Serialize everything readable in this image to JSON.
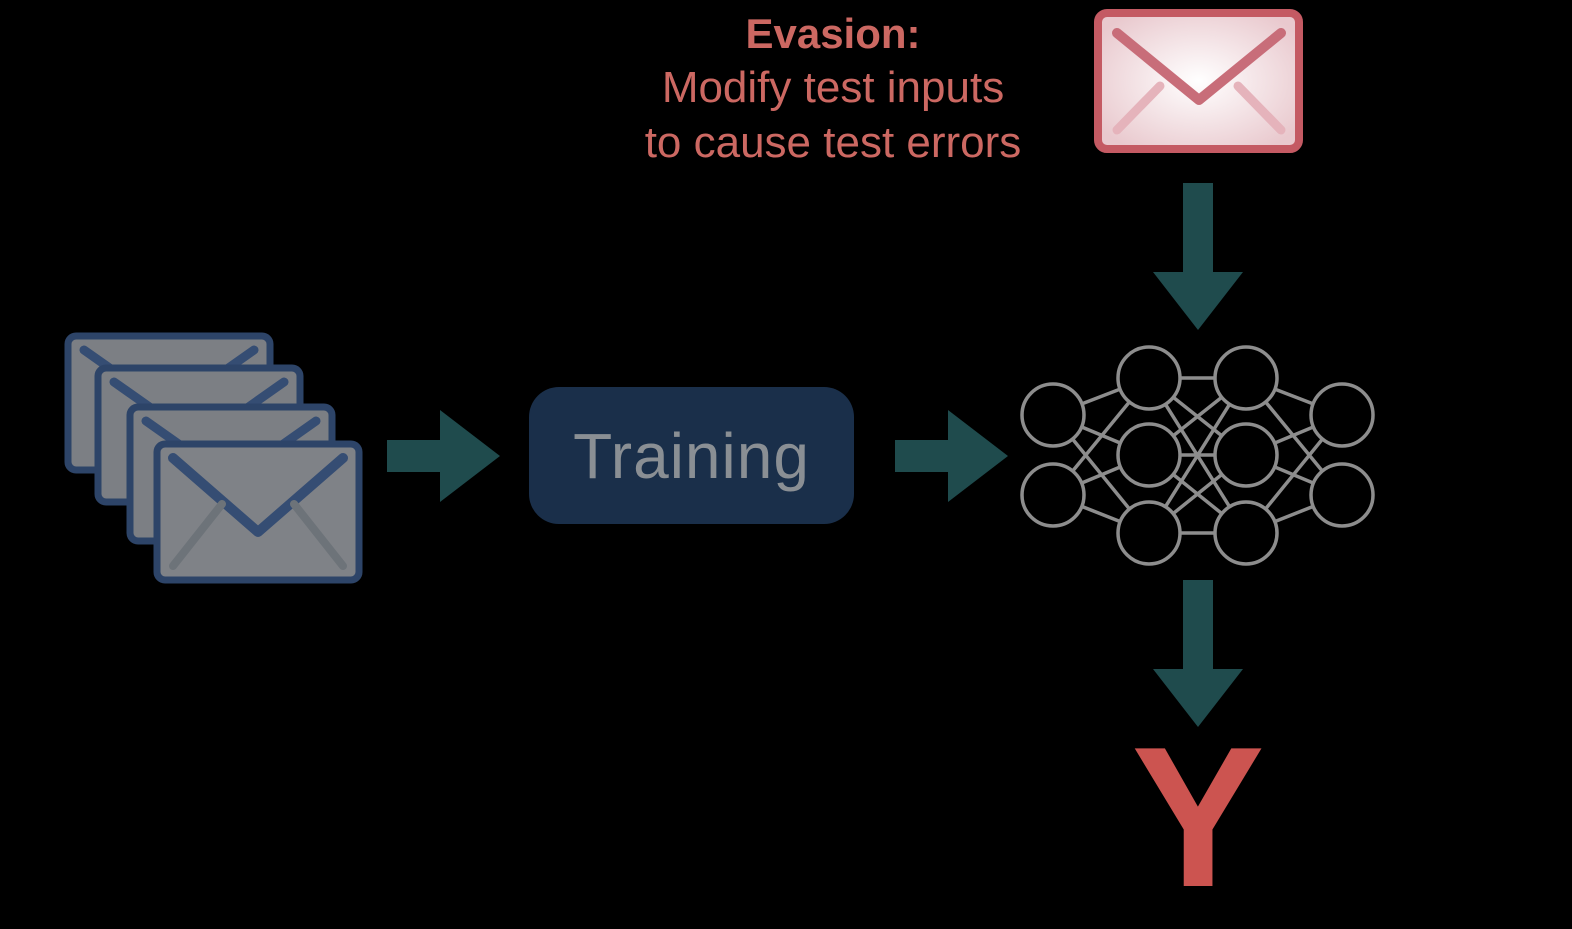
{
  "caption": {
    "title": "Evasion:",
    "line1": "Modify test inputs",
    "line2": "to cause test errors"
  },
  "training": {
    "label": "Training"
  },
  "output": {
    "label": "Y"
  },
  "colors": {
    "background": "#000000",
    "caption": "#cc6862",
    "arrow": "#1f4b4d",
    "training_box": "#1a2f4a",
    "training_text": "#8a8f94",
    "envelope_fill": "#7c7f84",
    "envelope_border": "#2d4468",
    "envelope_flap": "#354d73",
    "test_envelope_fill": "#f2e4e6",
    "test_envelope_border": "#c45a63",
    "test_envelope_flap": "#c86d79",
    "network": "#8d8d8d",
    "output": "#cc5450"
  },
  "icons": {
    "training_set": "envelope-stack-icon",
    "test_input": "envelope-icon",
    "model": "neural-network-icon",
    "flow": "arrow-icon"
  },
  "network_layers": [
    2,
    3,
    3,
    2
  ]
}
